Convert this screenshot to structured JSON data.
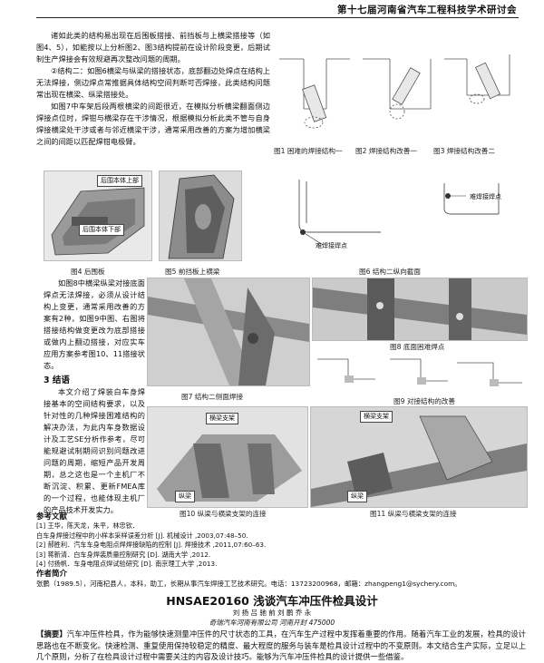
{
  "header": {
    "title": "第十七届河南省汽车工程科技学术研讨会"
  },
  "body": {
    "para1": "诸如此类的结构易出现在后围板搭接、前挡板与上横梁搭接等（如图4、5），如能按以上分析图2、图3结构提前在设计阶段变更，后期试制生产焊接会有效规避再次整改问题的周期。",
    "para2": "②结构二：如图6横梁与纵梁的搭接状态，底部翻边处焊点在结构上无法焊接，侧边焊点常推据具体结构空间判断可否焊接，此类结构问题常出现在横梁、纵梁搭接处。",
    "para3": "如图7中车架后段两根横梁的间距很近，在模拟分析横梁翻面侧边焊接点位时，焊钳与横梁存在干涉情况，根据模拟分析此类不管与自身焊接横梁处干涉或者与邻近横梁干涉，通常采用改善的方案为增加横梁之间的间距以匹配焊钳电极臂。",
    "para4": "如图8中横梁纵梁对接底面焊点无法焊接，必须从设计结构上变更，通常采用改善的方案有2种，如图9中图、右图将搭接结构做变更改为底部搭接或做内上翻边搭接，对应实车应用方案参考图10、11搭接状态。",
    "sec3": "3 结语",
    "para5": "本文介绍了焊装白车身焊接基本的空间结构要求，以及针对性的几种焊接困难结构的解决办法，为此内车身数据设计及工艺SE分析作参考，尽可能规避试制期间识别问题改进问题的周期，缩短产品开发周期，总之这也是一个主机厂不断沉淀、积累、更新FMEA库的一个过程，也能体现主机厂的产品技术开发实力。"
  },
  "figures": {
    "f1": "图1 困难的焊接结构一",
    "f2": "图2 焊接结构改善一",
    "f3": "图3 焊接结构改善二",
    "f4": "图4 后围板",
    "f5": "图5 前挡板上横梁",
    "f6": "图6 结构二纵向截面",
    "f7": "图7 结构二侧面焊接",
    "f8": "图8 底面困难焊点",
    "f9": "图9 对接结构的改善",
    "f10": "图10 纵梁与横梁支架的连接",
    "f11": "图11 纵梁与横梁支架的连接"
  },
  "fig_labels": {
    "rear_body": "后围本体上部",
    "rear_body_lower": "后围本体下部",
    "hard_spot": "难焊接焊点",
    "hard_spot2": "难焊接焊点",
    "beam_bracket": "横梁支架",
    "long_beam": "纵梁",
    "beam_bracket2": "横梁支架",
    "long_beam2": "纵梁"
  },
  "references": {
    "heading": "参考文献",
    "items": [
      "[1] 王华，陈天龙，朱平，林忠钦．",
      "白车身焊接过程中的小样本采样误差分析 [J]. 机械设计 ,2003,07:48–50.",
      "[2] 郝胜利．汽车车身电阻点焊焊接缺陷的控制 [J]. 焊接技术 ,2011,07:60–63.",
      "[3] 蒋新清．白车身焊装质量控制研究 [D]. 湖南大学 ,2012.",
      "[4] 付扬帆．车身电阻点焊试验研究 [D]. 南京理工大学 ,2013."
    ]
  },
  "author_info": {
    "heading": "作者简介",
    "text": "张鹏（1989.5），河南杞县人，本科，助工，长期从事汽车焊接工艺技术研究。电话：13723200968，邮箱：zhangpeng1@sychery.com。"
  },
  "next_article": {
    "title": "HNSAE20160 浅谈汽车冲压件检具设计",
    "authors": "刘 扬 吕 驰 前 刘 鹏 乔 永",
    "affiliation": "奇瑞汽车河南有限公司  河南开封  475000",
    "abstract_label": "【摘要】",
    "abstract": "汽车冲压件检具，作为能够快速测量冲压件的尺寸状态的工具，在汽车生产过程中发挥着重要的作用。随着汽车工业的发展，检具的设计思路也在不断变化。快速检测、重复使用保持较稳定的精度、最大程度的服务与装车是检具设计过程中的不变原则。本文结合生产实际，立足以上几个原则，分析了在检具设计过程中需要关注的内容及设计技巧。能够为汽车冲压件检具的设计提供一些借鉴。"
  }
}
